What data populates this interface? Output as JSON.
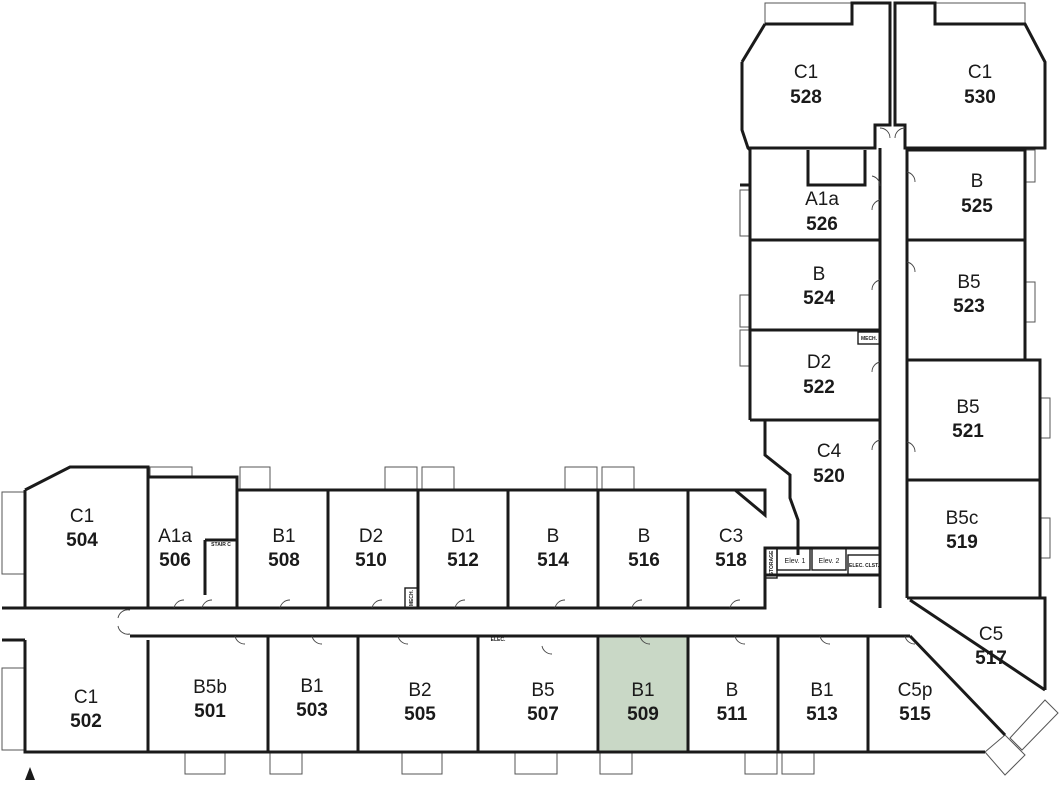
{
  "colors": {
    "wall": "#1a1a1a",
    "highlight": "#c9d8c6",
    "background": "#ffffff"
  },
  "highlighted_unit": "509",
  "units": [
    {
      "type": "C1",
      "number": "528"
    },
    {
      "type": "C1",
      "number": "530"
    },
    {
      "type": "A1a",
      "number": "526"
    },
    {
      "type": "B",
      "number": "525"
    },
    {
      "type": "B",
      "number": "524"
    },
    {
      "type": "B5",
      "number": "523"
    },
    {
      "type": "D2",
      "number": "522"
    },
    {
      "type": "B5",
      "number": "521"
    },
    {
      "type": "C4",
      "number": "520"
    },
    {
      "type": "B5c",
      "number": "519"
    },
    {
      "type": "C1",
      "number": "504"
    },
    {
      "type": "A1a",
      "number": "506"
    },
    {
      "type": "B1",
      "number": "508"
    },
    {
      "type": "D2",
      "number": "510"
    },
    {
      "type": "D1",
      "number": "512"
    },
    {
      "type": "B",
      "number": "514"
    },
    {
      "type": "B",
      "number": "516"
    },
    {
      "type": "C3",
      "number": "518"
    },
    {
      "type": "C5",
      "number": "517"
    },
    {
      "type": "C1",
      "number": "502"
    },
    {
      "type": "B5b",
      "number": "501"
    },
    {
      "type": "B1",
      "number": "503"
    },
    {
      "type": "B2",
      "number": "505"
    },
    {
      "type": "B5",
      "number": "507"
    },
    {
      "type": "B1",
      "number": "509"
    },
    {
      "type": "B",
      "number": "511"
    },
    {
      "type": "B1",
      "number": "513"
    },
    {
      "type": "C5p",
      "number": "515"
    }
  ],
  "service_labels": {
    "elev1": "Elev. 1",
    "elev2": "Elev. 2",
    "elec_clst": "ELEC. CLST.",
    "elec": "ELEC.",
    "mech_upper": "MECH.",
    "mech_lower": "MECH.",
    "stair_c": "STAIR C",
    "storage": "STORAGE"
  },
  "north_arrow": "north-arrow-icon"
}
